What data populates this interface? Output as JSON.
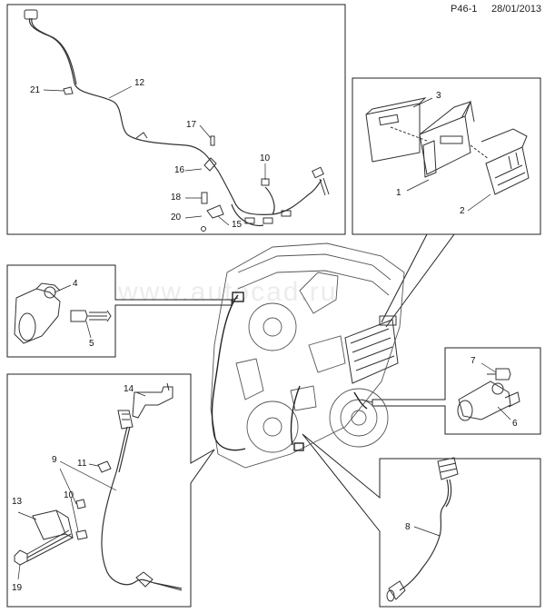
{
  "header": {
    "page_code": "P46-1",
    "date": "28/01/2013"
  },
  "watermark": "www.autocad.ru",
  "callouts": {
    "c1": "1",
    "c2": "2",
    "c3": "3",
    "c4": "4",
    "c5": "5",
    "c6": "6",
    "c7": "7",
    "c8": "8",
    "c9": "9",
    "c10a": "10",
    "c10b": "10",
    "c11": "11",
    "c12": "12",
    "c13": "13",
    "c14": "14",
    "c15": "15",
    "c16": "16",
    "c17": "17",
    "c18": "18",
    "c19": "19",
    "c20": "20",
    "c21": "21"
  }
}
